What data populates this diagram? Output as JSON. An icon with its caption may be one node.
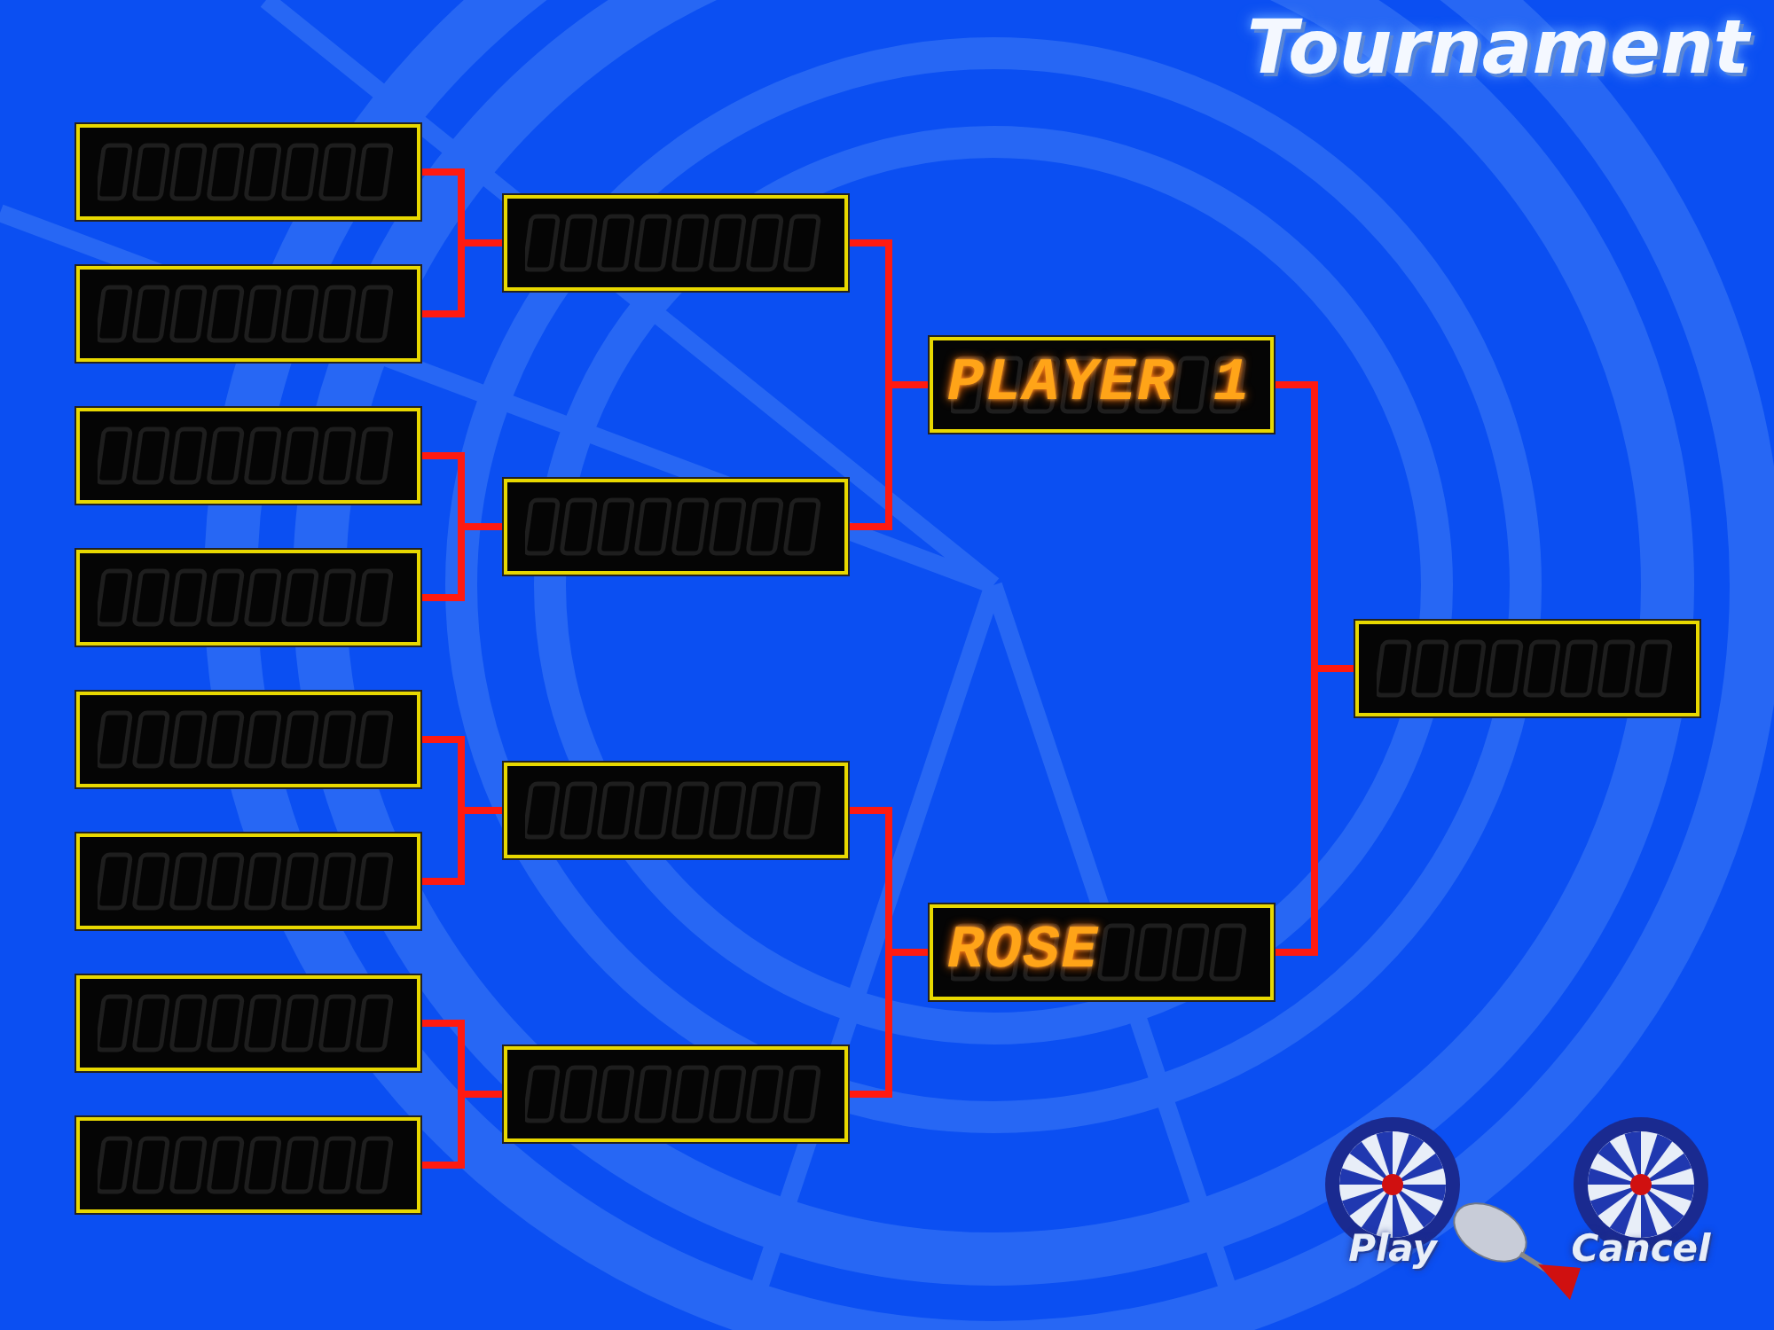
{
  "diagram": {
    "title": "Tournament",
    "nodes": [
      {
        "text": [],
        "shape": "box"
      },
      {
        "text": [],
        "shape": "box"
      },
      {
        "text": [],
        "shape": "box"
      },
      {
        "text": [],
        "shape": "box"
      },
      {
        "text": [],
        "shape": "box"
      },
      {
        "text": [],
        "shape": "box"
      },
      {
        "text": [],
        "shape": "box"
      },
      {
        "text": [],
        "shape": "box"
      },
      {
        "text": [],
        "shape": "box"
      },
      {
        "text": [],
        "shape": "box"
      },
      {
        "text": [],
        "shape": "box"
      },
      {
        "text": [],
        "shape": "box"
      },
      {
        "text": [
          "PLAYER 1"
        ]
      },
      {
        "text": [
          "ROSE"
        ]
      },
      {
        "text": [],
        "shape": "box"
      }
    ],
    "edges": [
      {
        "from": 0,
        "to": 8,
        "arrow": "none"
      },
      {
        "from": 1,
        "to": 8,
        "arrow": "none"
      },
      {
        "from": 2,
        "to": 9,
        "arrow": "none"
      },
      {
        "from": 3,
        "to": 9,
        "arrow": "none"
      },
      {
        "from": 4,
        "to": 10,
        "arrow": "none"
      },
      {
        "from": 5,
        "to": 10,
        "arrow": "none"
      },
      {
        "from": 6,
        "to": 11,
        "arrow": "none"
      },
      {
        "from": 7,
        "to": 11,
        "arrow": "none"
      },
      {
        "from": 8,
        "to": 12,
        "arrow": "none"
      },
      {
        "from": 9,
        "to": 12,
        "arrow": "none"
      },
      {
        "from": 10,
        "to": 13,
        "arrow": "none"
      },
      {
        "from": 11,
        "to": 13,
        "arrow": "none"
      },
      {
        "from": 12,
        "to": 14,
        "arrow": "none"
      },
      {
        "from": 13,
        "to": 14,
        "arrow": "none"
      }
    ],
    "labels": [
      "Play",
      "Cancel"
    ]
  }
}
